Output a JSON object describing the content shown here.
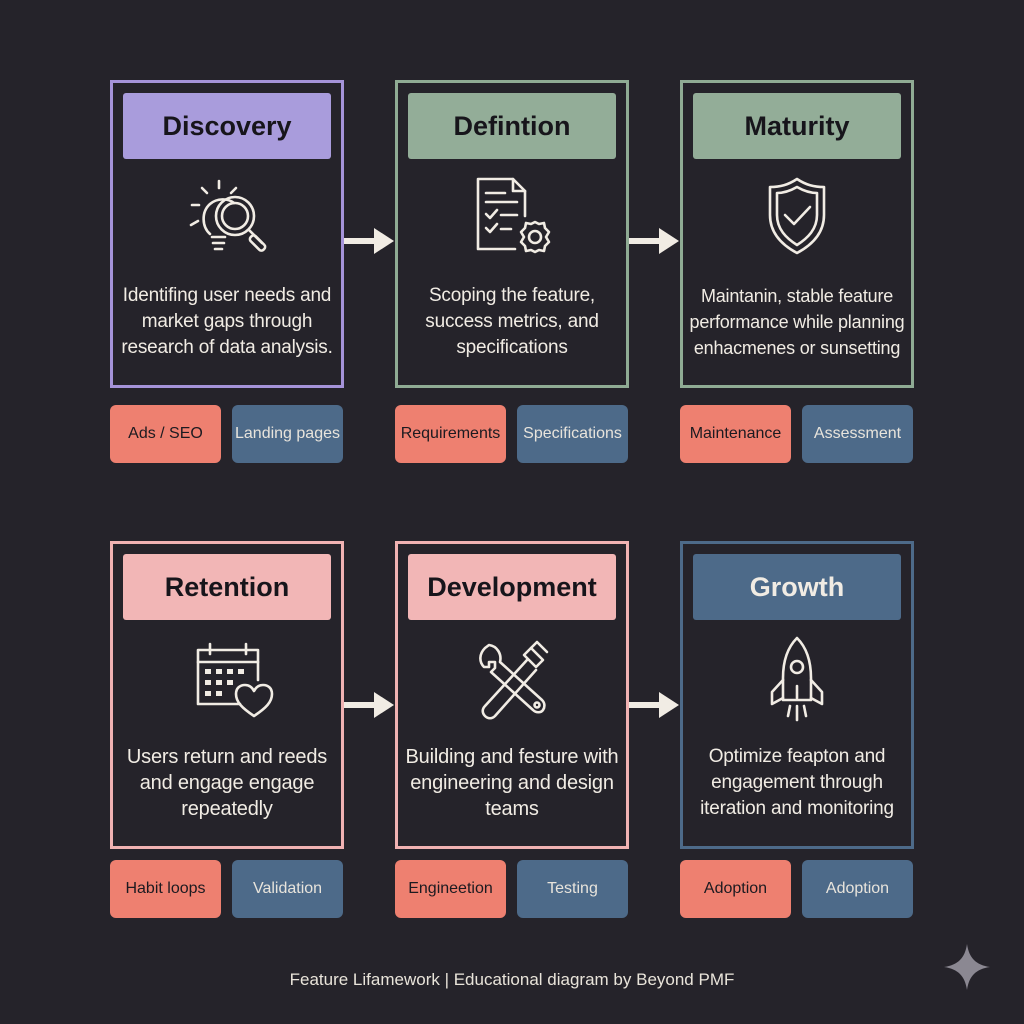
{
  "diagram": {
    "stages": [
      {
        "title": "Discovery",
        "icon": "lightbulb-magnifier-icon",
        "description": "Identifing user needs and market gaps through research of data analysis.",
        "tags": [
          "Ads / SEO",
          "Landing pages"
        ],
        "frame_color": "#a593d9",
        "header_color": "#a99cdc"
      },
      {
        "title": "Defintion",
        "icon": "document-gear-icon",
        "description": "Scoping the feature, success metrics, and specifications",
        "tags": [
          "Requirements",
          "Specifications"
        ],
        "frame_color": "#8fab94",
        "header_color": "#93ad98"
      },
      {
        "title": "Maturity",
        "icon": "shield-check-icon",
        "description": "Maintanin, stable feature performance while planning enhacmenes or sunsetting",
        "tags": [
          "Maintenance",
          "Assessment"
        ],
        "frame_color": "#8fab94",
        "header_color": "#93ad98"
      },
      {
        "title": "Retention",
        "icon": "calendar-heart-icon",
        "description": "Users return and reeds and engage engage repeatedly",
        "tags": [
          "Habit loops",
          "Validation"
        ],
        "frame_color": "#f0b2b2",
        "header_color": "#f2b6b6"
      },
      {
        "title": "Development",
        "icon": "wrench-hammer-icon",
        "description": "Building and festure with engineering and design teams",
        "tags": [
          "Engineetion",
          "Testing"
        ],
        "frame_color": "#f0b2b2",
        "header_color": "#f2b6b6"
      },
      {
        "title": "Growth",
        "icon": "rocket-icon",
        "description": "Optimize feapton and engagement through iteration and monitoring",
        "tags": [
          "Adoption",
          "Adoption"
        ],
        "frame_color": "#4d6a89",
        "header_color": "#4d6a89"
      }
    ],
    "footer": "Feature Lifamework | Educational diagram by Beyond PMF",
    "colors": {
      "background": "#25232a",
      "tag_primary": "#ee8070",
      "tag_secondary": "#4d6a89",
      "arrow": "#f1ece4"
    }
  }
}
